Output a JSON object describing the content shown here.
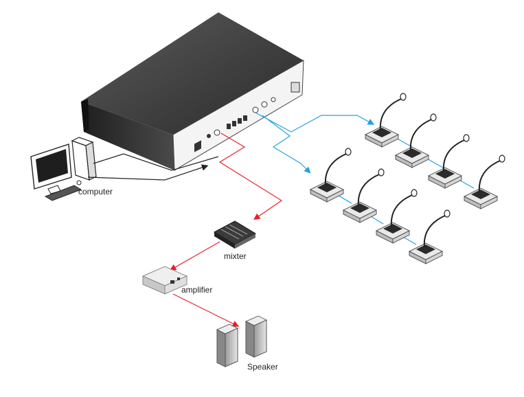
{
  "labels": {
    "computer": "computer",
    "mixer": "mixter",
    "amplifier": "amplifier",
    "speaker": "Speaker"
  },
  "colors": {
    "audio_line": "#e8202a",
    "network_line": "#1fa3e0",
    "data_line": "#222222",
    "device_dark": "#3a3a3a",
    "device_panel": "#f2f2f2"
  },
  "icons": {
    "main_unit": "conference-controller-icon",
    "computer": "desktop-computer-icon",
    "mixer": "audio-mixer-icon",
    "amplifier": "amplifier-icon",
    "speaker": "speaker-icon",
    "microphone": "gooseneck-microphone-icon"
  }
}
